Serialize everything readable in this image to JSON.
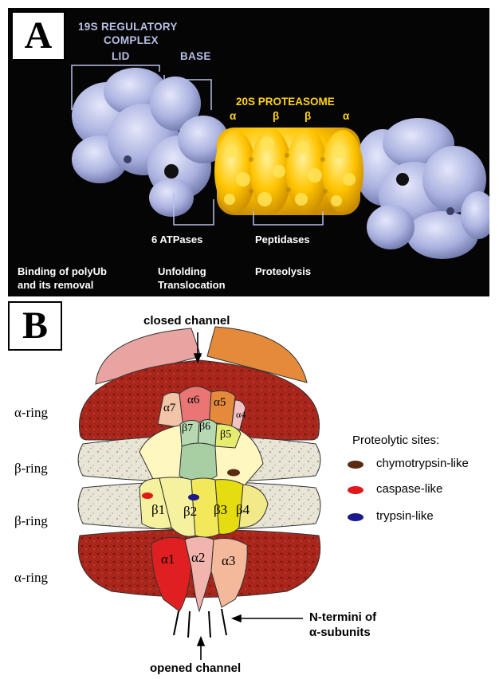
{
  "panel_a": {
    "letter": "A",
    "complex_line1": "19S REGULATORY",
    "complex_line2": "COMPLEX",
    "lid": "LID",
    "base": "BASE",
    "proteasome": "20S PROTEASOME",
    "subunits": [
      "α",
      "β",
      "β",
      "α"
    ],
    "atpases": "6 ATPases",
    "peptidases": "Peptidases",
    "func1_line1": "Binding of polyUb",
    "func1_line2": "and its removal",
    "func2_line1": "Unfolding",
    "func2_line2": "Translocation",
    "func3": "Proteolysis"
  },
  "panel_b": {
    "letter": "B",
    "closed_channel": "closed channel",
    "opened_channel": "opened channel",
    "n_termini_line1": "N-termini of",
    "n_termini_line2": "α-subunits",
    "rings": [
      "α-ring",
      "β-ring",
      "β-ring",
      "α-ring"
    ],
    "top_alpha": [
      "α7",
      "α6",
      "α5",
      "α4"
    ],
    "top_beta": [
      "β7",
      "β6",
      "β5"
    ],
    "bottom_beta": [
      "β1",
      "β2",
      "β3",
      "β4"
    ],
    "bottom_alpha": [
      "α1",
      "α2",
      "α3"
    ],
    "legend_title": "Proteolytic sites:",
    "legend": [
      {
        "label": "chymotrypsin-like",
        "color": "#5a2a12"
      },
      {
        "label": "caspase-like",
        "color": "#e01818"
      },
      {
        "label": "trypsin-like",
        "color": "#1a1a8c"
      }
    ]
  }
}
